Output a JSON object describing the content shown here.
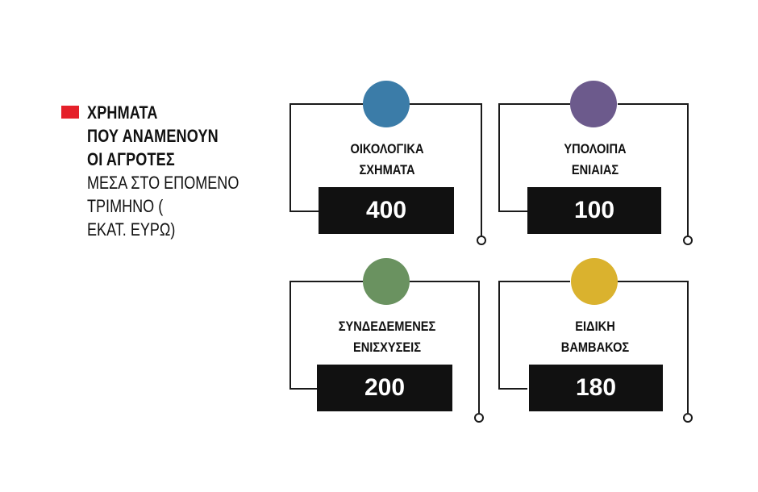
{
  "colors": {
    "legend_red": "#e5202a",
    "line": "#1a1a1a",
    "box": "#111111"
  },
  "legend": {
    "title_lines": [
      "ΧΡΗΜΑΤΑ",
      "ΠΟΥ ΑΝΑΜΕΝΟΥΝ",
      "ΟΙ ΑΓΡΟΤΕΣ"
    ],
    "subtitle_lines": [
      "ΜΕΣΑ ΣΤΟ ΕΠΟΜΕΝΟ",
      "ΤΡΙΜΗΝΟ (",
      "ΕΚΑΤ. ΕΥΡΩ)"
    ]
  },
  "items": [
    {
      "label_lines": [
        "ΟΙΚΟΛΟΓΙΚΑ",
        "ΣΧΗΜΑΤΑ"
      ],
      "value": "400",
      "color": "#3b7ca8"
    },
    {
      "label_lines": [
        "ΥΠΟΛΟΙΠΑ",
        "ΕΝΙΑΙΑΣ"
      ],
      "value": "100",
      "color": "#6c5a8c"
    },
    {
      "label_lines": [
        "ΣΥΝΔΕΔΕΜΕΝΕΣ",
        "ΕΝΙΣΧΥΣΕΙΣ"
      ],
      "value": "200",
      "color": "#6a9260"
    },
    {
      "label_lines": [
        "ΕΙΔΙΚΗ",
        "ΒΑΜΒΑΚΟΣ"
      ],
      "value": "180",
      "color": "#dab22e"
    }
  ]
}
